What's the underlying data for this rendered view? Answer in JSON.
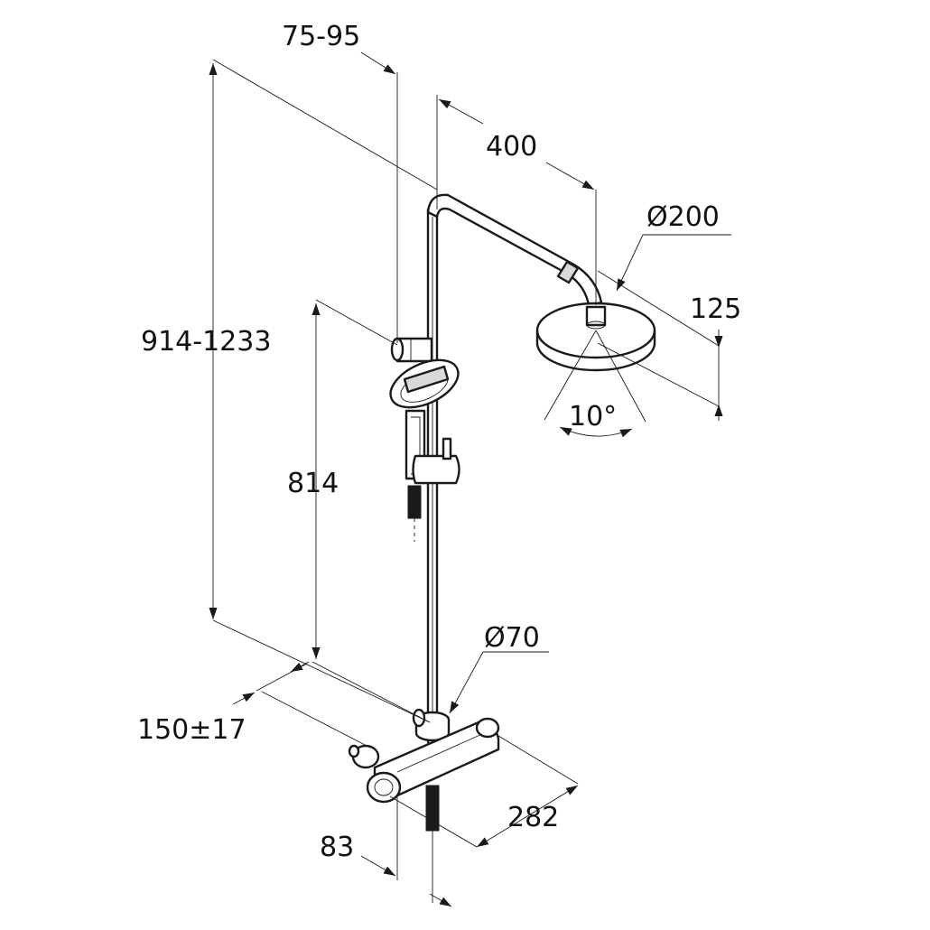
{
  "dimensions": {
    "rail_offset": "75-95",
    "arm_length": "400",
    "head_diameter": "Ø200",
    "head_height": "125",
    "spray_angle": "10°",
    "total_height": "914-1233",
    "rail_height": "814",
    "connector_diameter": "Ø70",
    "inlet_distance": "150±17",
    "mixer_width": "282",
    "wall_offset": "83"
  }
}
